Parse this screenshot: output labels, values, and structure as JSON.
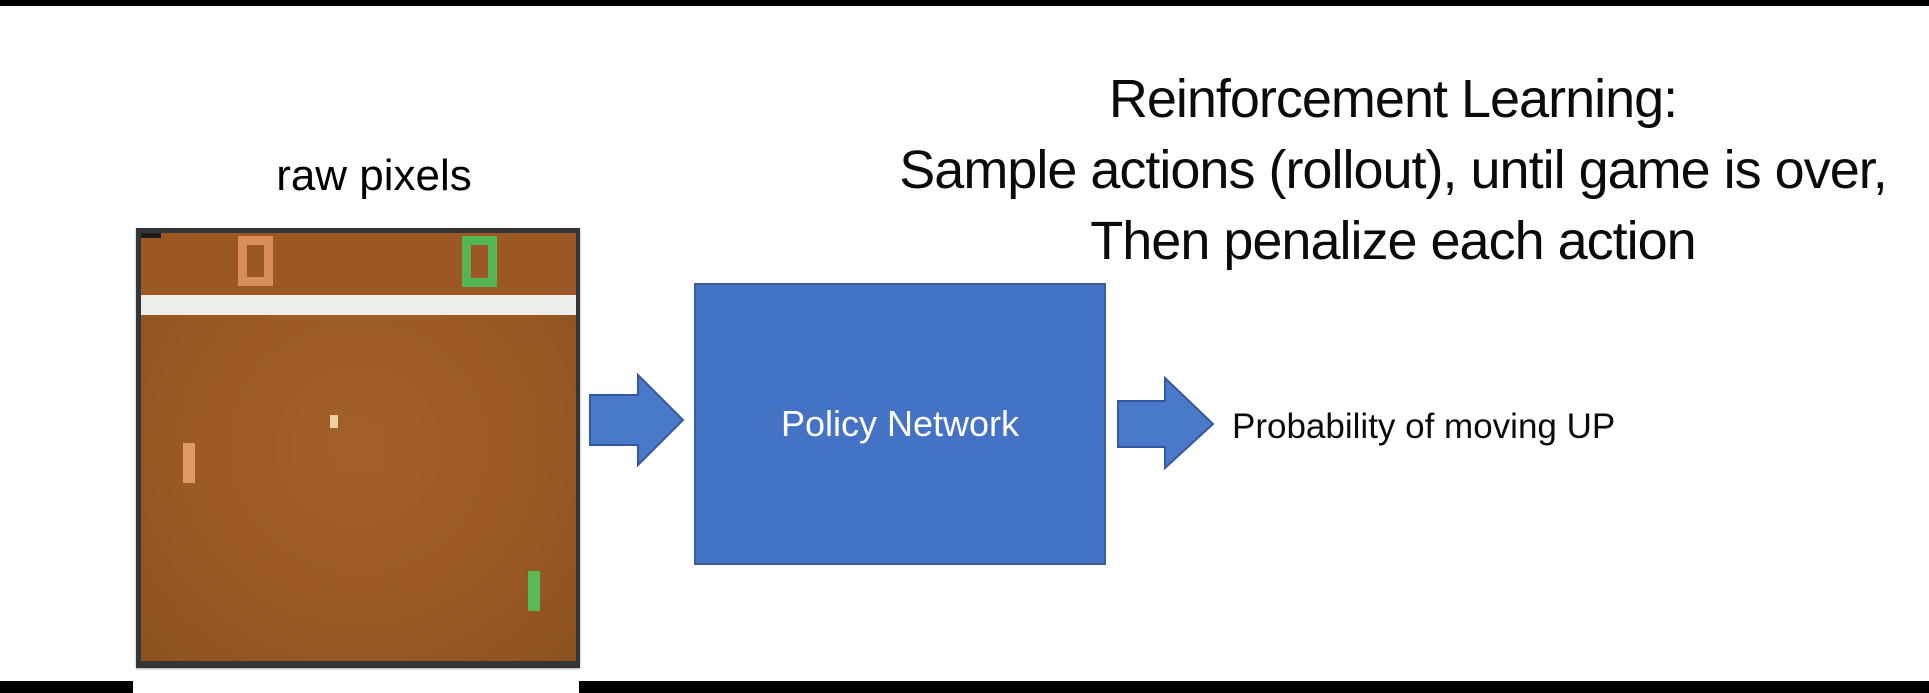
{
  "slide": {
    "title_lines": {
      "line1": "Reinforcement Learning:",
      "line2": "Sample actions (rollout), until game is over,",
      "line3": "Then penalize each action"
    },
    "raw_pixels_label": "raw pixels",
    "policy_box_label": "Policy Network",
    "output_label": "Probability of moving UP",
    "pong": {
      "left_score": "0",
      "right_score": "0"
    },
    "colors": {
      "accent_blue": "#4472c4",
      "accent_blue_border": "#3a5f9f",
      "pong_field_brown": "#9b5a25",
      "pong_scoreboard_brown": "#9b5724",
      "pong_white_band": "#efedea",
      "pong_frame_dark": "#333639",
      "orange_player": "#d98c5c",
      "orange_paddle": "#de9a66",
      "green_player": "#54b554",
      "green_paddle": "#57bb57",
      "ball": "#efd2a2",
      "bars_black": "#000000"
    }
  }
}
